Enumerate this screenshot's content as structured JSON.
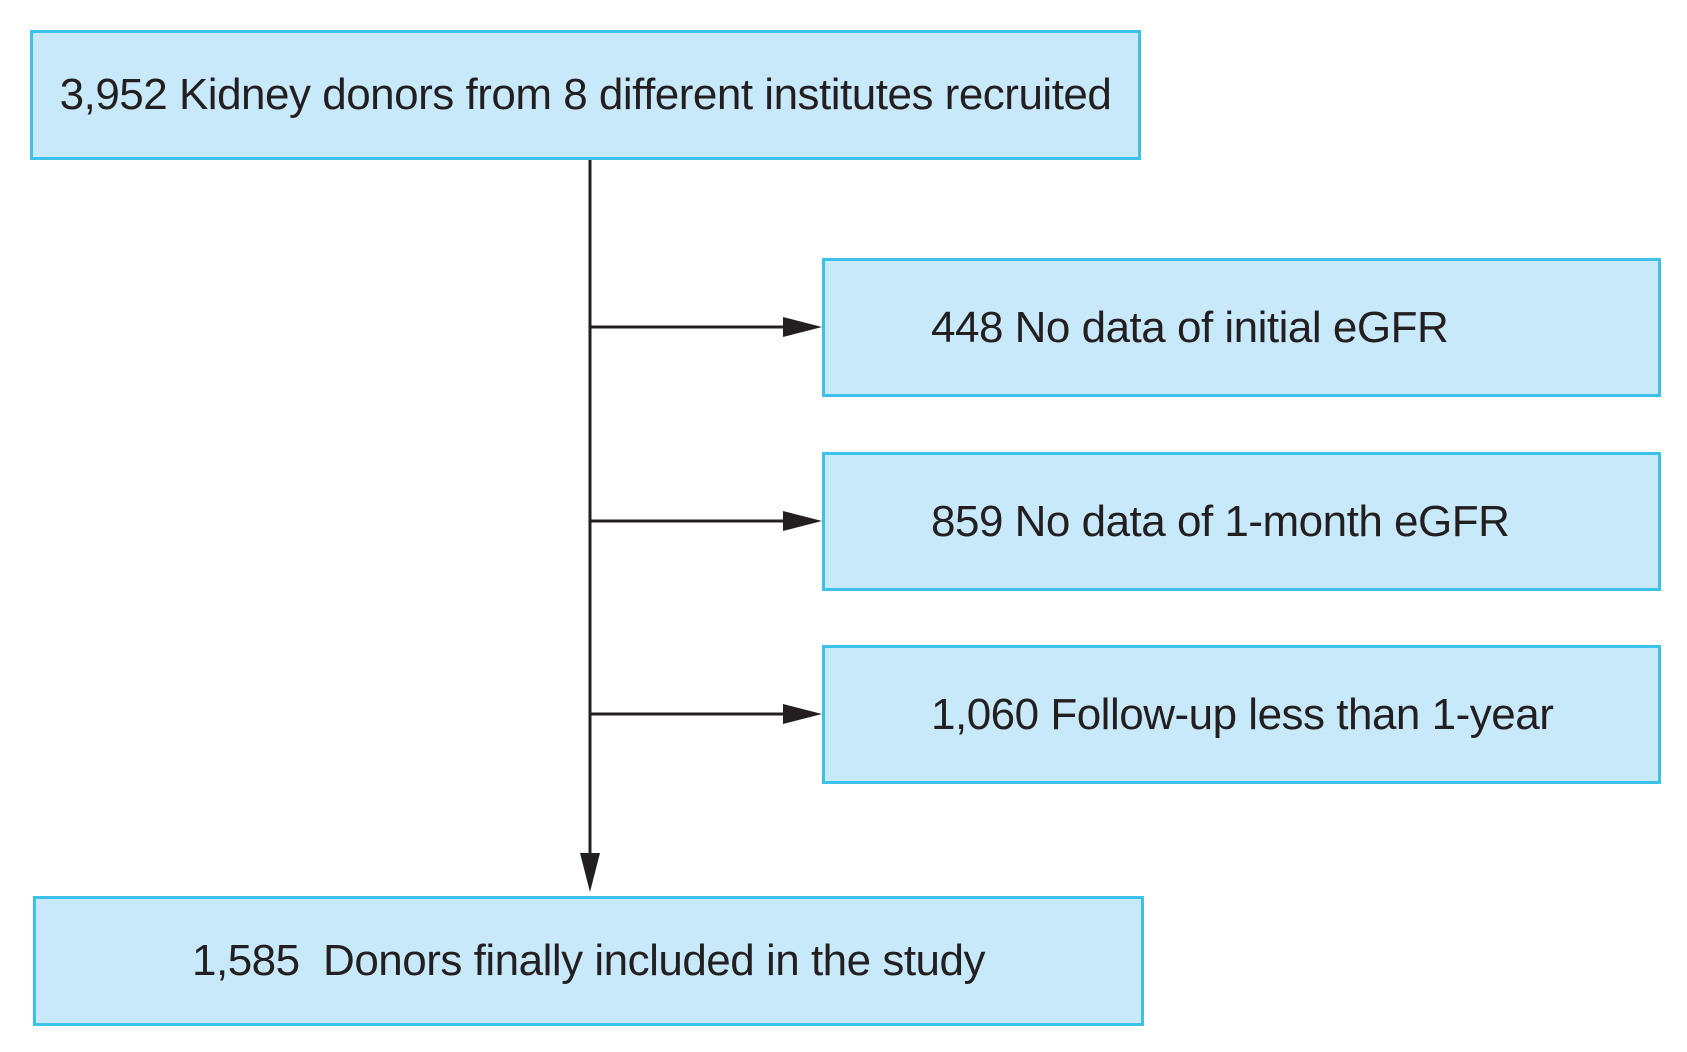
{
  "colors": {
    "box_fill": "#c8e9fa",
    "box_border": "#3cc2ea",
    "arrow": "#231f20",
    "text": "#231f20"
  },
  "flowchart": {
    "start": "3,952 Kidney donors from 8 different institutes recruited",
    "exclusions": [
      "448 No data of initial eGFR",
      "859 No data of 1-month eGFR",
      "1,060 Follow-up less than 1-year"
    ],
    "final": "1,585  Donors finally included in the study"
  }
}
